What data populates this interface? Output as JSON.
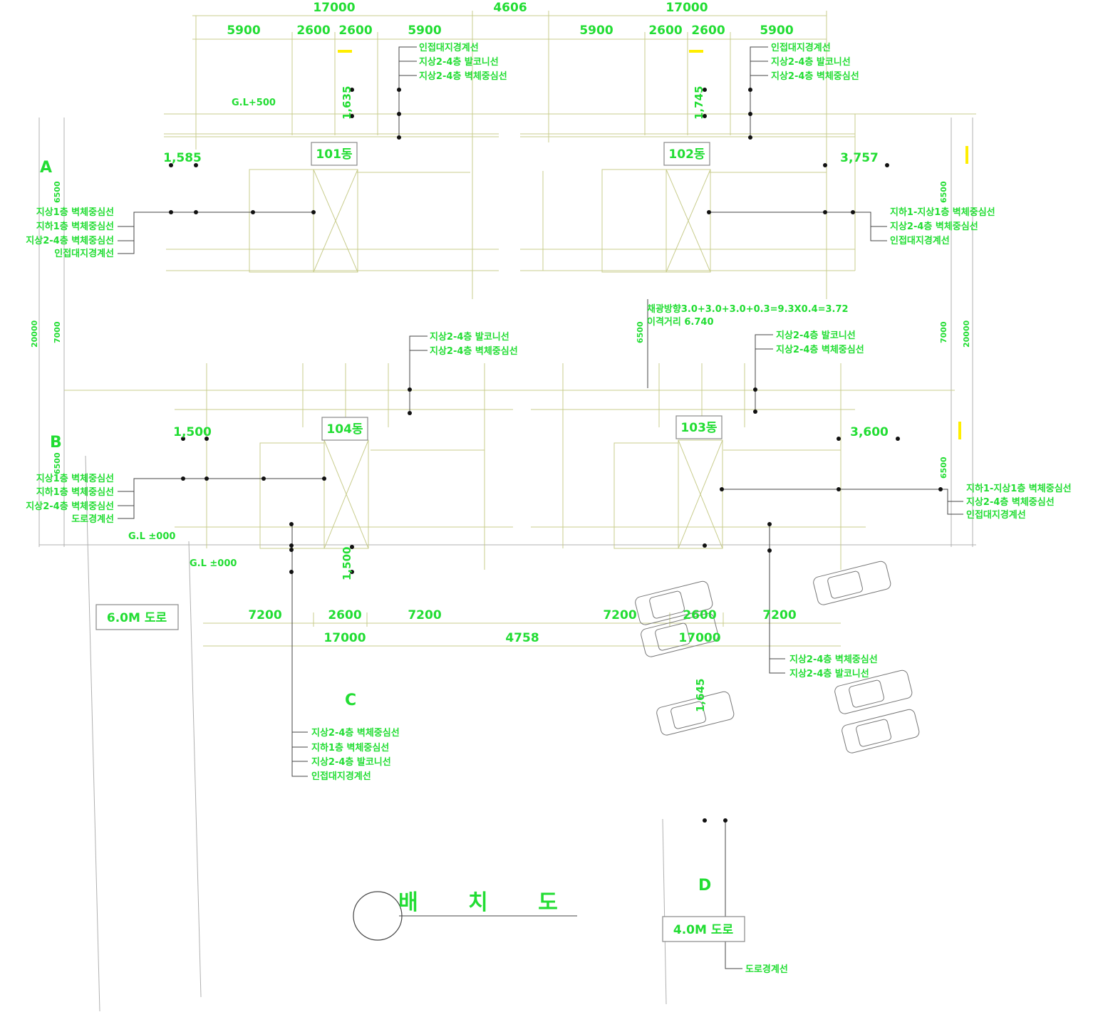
{
  "title": "배 치 도",
  "buildings": [
    {
      "label": "101동"
    },
    {
      "label": "102동"
    },
    {
      "label": "104동"
    },
    {
      "label": "103동"
    }
  ],
  "grid_labels": [
    "A",
    "B",
    "C",
    "D"
  ],
  "dimensions": {
    "top_total_left": "17000",
    "top_gap": "4606",
    "top_total_right": "17000",
    "top_segments_left": [
      "5900",
      "2600",
      "2600",
      "5900"
    ],
    "top_segments_right": [
      "5900",
      "2600",
      "2600",
      "5900"
    ],
    "bottom_segments_left": [
      "7200",
      "2600",
      "7200"
    ],
    "bottom_segments_right": [
      "7200",
      "2600",
      "7200"
    ],
    "bottom_total_left": "17000",
    "bottom_gap": "4758",
    "bottom_total_right": "17000",
    "offset_1585": "1,585",
    "offset_3757": "3,757",
    "offset_1500": "1,500",
    "offset_3600": "3,600",
    "v_1635": "1,635",
    "v_1745": "1,745",
    "v_1500": "1,500",
    "v_1645": "1,645",
    "gl_500": "G.L+500",
    "gl_000a": "G.L ±000",
    "gl_000b": "G.L ±000",
    "left_v_total": "20000",
    "left_v_mid": "7000",
    "left_v_top": "6500",
    "left_v_bot": "6500",
    "right_v_total": "20000",
    "right_v_mid": "7000",
    "right_v_top": "6500",
    "right_v_bot": "6500",
    "mid_v": "6500"
  },
  "roads": {
    "road_6m": "6.0M 도로",
    "road_4m": "4.0M 도로"
  },
  "setback_note": {
    "line1": "채광방향3.0+3.0+3.0+0.3=9.3X0.4=3.72",
    "line2": "이격거리 6.740"
  },
  "callouts": {
    "top_left": [
      "인접대지경계선",
      "지상2-4층 발코니선",
      "지상2-4층 벽체중심선"
    ],
    "top_right": [
      "인접대지경계선",
      "지상2-4층 발코니선",
      "지상2-4층 벽체중심선"
    ],
    "left_a": [
      "지상1층 벽체중심선",
      "지하1층 벽체중심선",
      "지상2-4층 벽체중심선",
      "인접대지경계선"
    ],
    "right_a": [
      "지하1-지상1층 벽체중심선",
      "지상2-4층 벽체중심선",
      "인접대지경계선"
    ],
    "mid_left": [
      "지상2-4층 발코니선",
      "지상2-4층 벽체중심선"
    ],
    "mid_right": [
      "지상2-4층 발코니선",
      "지상2-4층 벽체중심선"
    ],
    "left_b": [
      "지상1층 벽체중심선",
      "지하1층 벽체중심선",
      "지상2-4층 벽체중심선",
      "도로경계선"
    ],
    "right_b": [
      "지하1-지상1층 벽체중심선",
      "지상2-4층 벽체중심선",
      "인접대지경계선"
    ],
    "bottom_right": [
      "지상2-4층 벽체중심선",
      "지상2-4층 발코니선"
    ],
    "bottom_c": [
      "지상2-4층 벽체중심선",
      "지하1층 벽체중심선",
      "지상2-4층 발코니선",
      "인접대지경계선"
    ],
    "road_boundary": "도로경계선"
  },
  "colors": {
    "text": "#22dd33",
    "lines": "#c8cc8c",
    "marker": "#ffee00"
  }
}
